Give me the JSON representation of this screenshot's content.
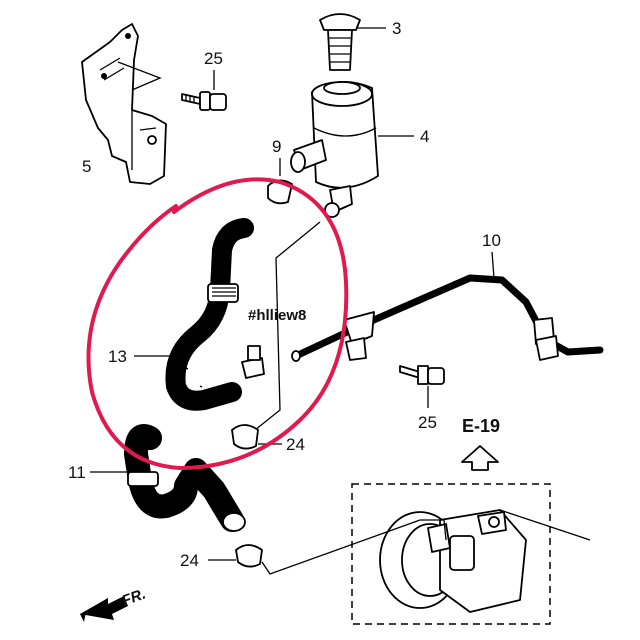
{
  "diagram": {
    "callouts": [
      {
        "id": "p3",
        "text": "3"
      },
      {
        "id": "p25a",
        "text": "25"
      },
      {
        "id": "p4",
        "text": "4"
      },
      {
        "id": "p5",
        "text": "5"
      },
      {
        "id": "p9",
        "text": "9"
      },
      {
        "id": "p10",
        "text": "10"
      },
      {
        "id": "p13",
        "text": "13"
      },
      {
        "id": "p11",
        "text": "11"
      },
      {
        "id": "p24a",
        "text": "24"
      },
      {
        "id": "p25b",
        "text": "25"
      },
      {
        "id": "p24b",
        "text": "24"
      }
    ],
    "reference": "E-19",
    "watermark": "#hlliew8",
    "direction_label": "FR.",
    "highlight_color": "#e0194f"
  }
}
